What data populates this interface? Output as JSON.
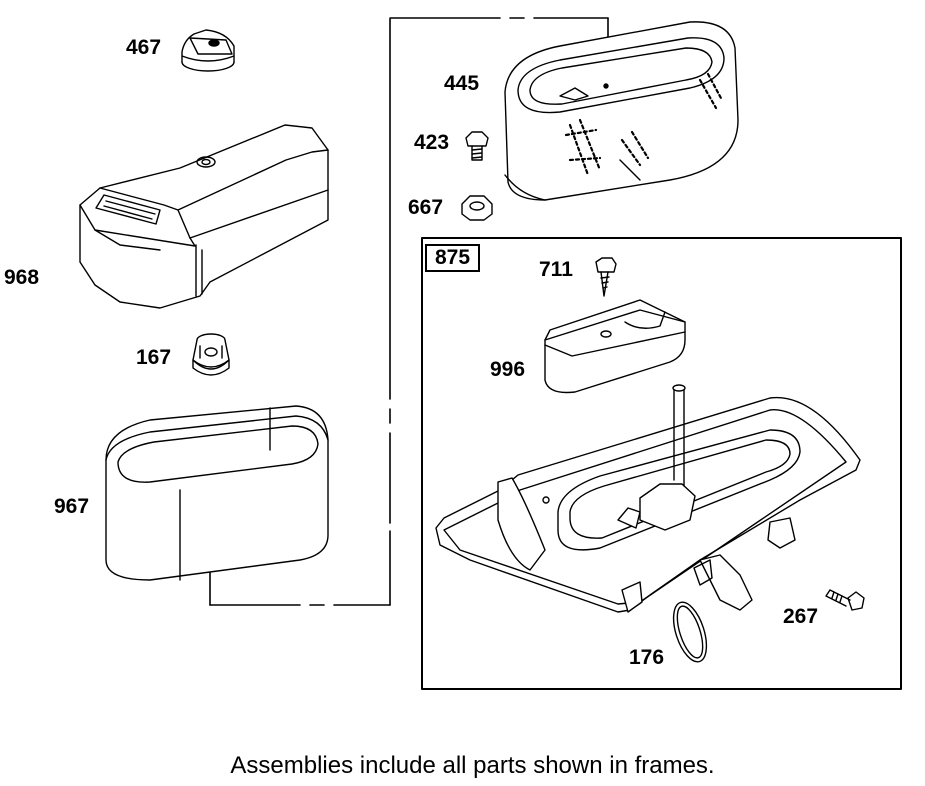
{
  "diagram": {
    "assembly_frame_label": "875",
    "footnote": "Assemblies include all parts shown in frames.",
    "callouts": {
      "p467": "467",
      "p968": "968",
      "p167": "167",
      "p967": "967",
      "p445": "445",
      "p423": "423",
      "p667": "667",
      "p711": "711",
      "p996": "996",
      "p267": "267",
      "p176": "176"
    }
  }
}
